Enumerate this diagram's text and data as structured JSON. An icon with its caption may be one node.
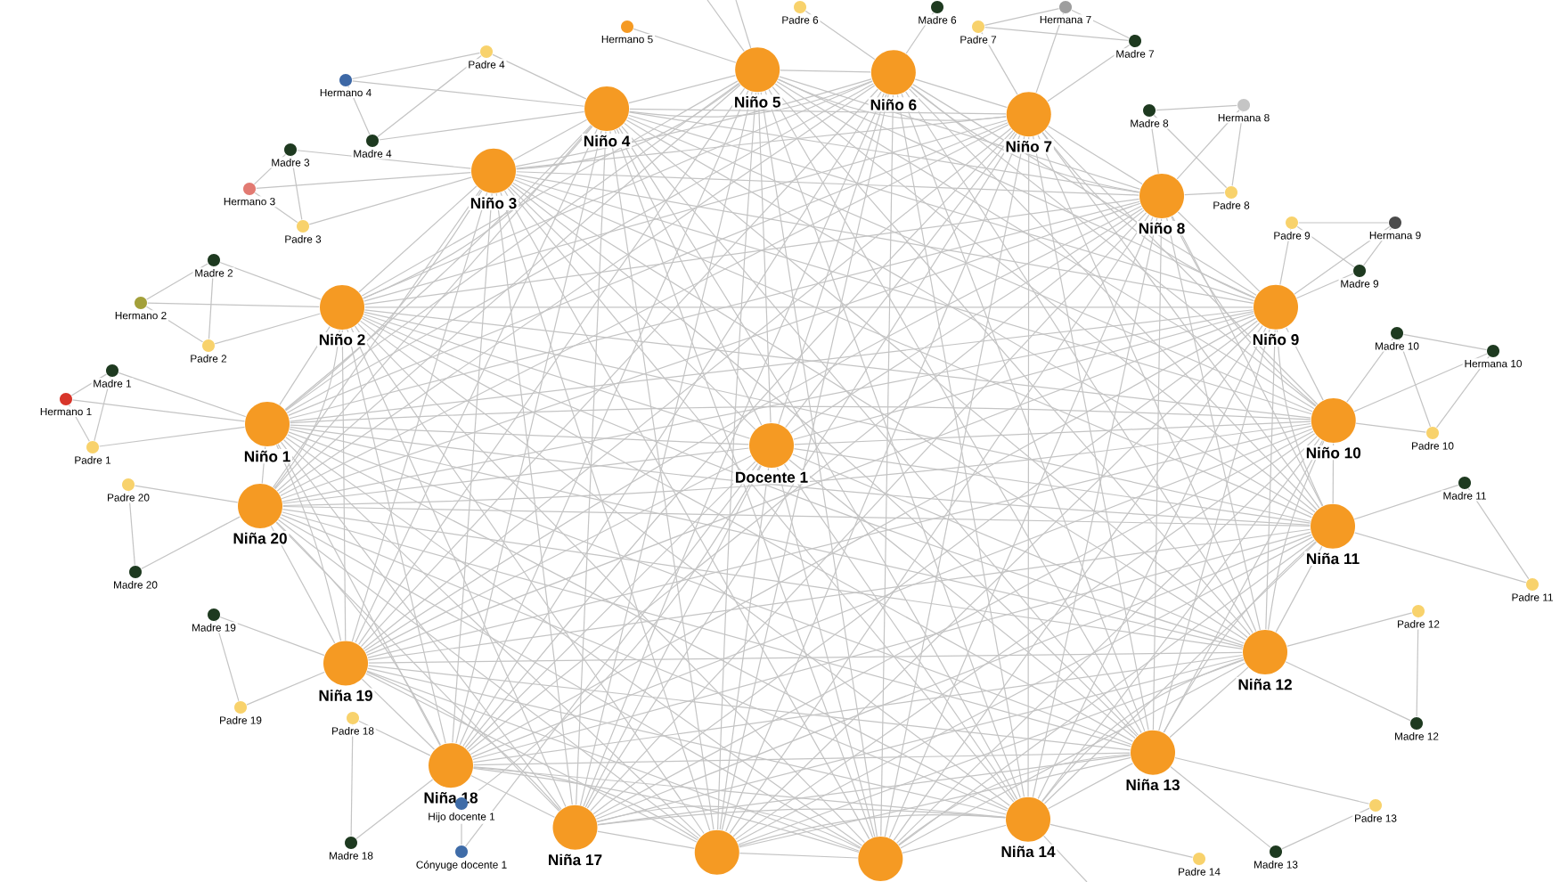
{
  "diagram": {
    "nodes": [
      {
        "text": [
          "Niño 1"
        ]
      },
      {
        "text": [
          "Niño 2"
        ]
      },
      {
        "text": [
          "Niño 3"
        ]
      },
      {
        "text": [
          "Niño 4"
        ]
      },
      {
        "text": [
          "Niño 5"
        ]
      },
      {
        "text": [
          "Niño 6"
        ]
      },
      {
        "text": [
          "Niño 7"
        ]
      },
      {
        "text": [
          "Niño 8"
        ]
      },
      {
        "text": [
          "Niño 9"
        ]
      },
      {
        "text": [
          "Niño 10"
        ]
      },
      {
        "text": [
          "Niña 11"
        ]
      },
      {
        "text": [
          "Niña 12"
        ]
      },
      {
        "text": [
          "Niña 13"
        ]
      },
      {
        "text": [
          "Niña 14"
        ]
      },
      {
        "text": [],
        "shape": "circle"
      },
      {
        "text": [],
        "shape": "circle"
      },
      {
        "text": [
          "Niña 17"
        ]
      },
      {
        "text": [
          "Niña 18"
        ]
      },
      {
        "text": [
          "Niña 19"
        ]
      },
      {
        "text": [
          "Niña 20"
        ]
      },
      {
        "text": [
          "Docente 1"
        ]
      },
      {
        "text": [
          "Madre 1"
        ]
      },
      {
        "text": [
          "Hermano 1"
        ]
      },
      {
        "text": [
          "Padre 1"
        ]
      },
      {
        "text": [
          "Madre 2"
        ]
      },
      {
        "text": [
          "Hermano 2"
        ]
      },
      {
        "text": [
          "Padre 2"
        ]
      },
      {
        "text": [
          "Madre 3"
        ]
      },
      {
        "text": [
          "Hermano 3"
        ]
      },
      {
        "text": [
          "Padre 3"
        ]
      },
      {
        "text": [
          "Padre 4"
        ]
      },
      {
        "text": [
          "Hermano 4"
        ]
      },
      {
        "text": [
          "Madre 4"
        ]
      },
      {
        "text": [
          "Hermano 5"
        ]
      },
      {
        "text": [
          "Padre 6"
        ]
      },
      {
        "text": [
          "Madre 6"
        ]
      },
      {
        "text": [
          "Padre 7"
        ]
      },
      {
        "text": [
          "Hermana 7"
        ]
      },
      {
        "text": [
          "Madre 7"
        ]
      },
      {
        "text": [
          "Madre 8"
        ]
      },
      {
        "text": [
          "Hermana 8"
        ]
      },
      {
        "text": [
          "Padre 8"
        ]
      },
      {
        "text": [
          "Padre 9"
        ]
      },
      {
        "text": [
          "Hermana 9"
        ]
      },
      {
        "text": [
          "Madre 9"
        ]
      },
      {
        "text": [
          "Madre 10"
        ]
      },
      {
        "text": [
          "Hermana 10"
        ]
      },
      {
        "text": [
          "Padre 10"
        ]
      },
      {
        "text": [
          "Madre 11"
        ]
      },
      {
        "text": [
          "Padre 11"
        ]
      },
      {
        "text": [
          "Padre 12"
        ]
      },
      {
        "text": [
          "Madre 12"
        ]
      },
      {
        "text": [
          "Padre 13"
        ]
      },
      {
        "text": [
          "Madre 13"
        ]
      },
      {
        "text": [
          "Padre 14"
        ]
      },
      {
        "text": [
          "Padre 18"
        ]
      },
      {
        "text": [
          "Madre 18"
        ]
      },
      {
        "text": [
          "Madre 19"
        ]
      },
      {
        "text": [
          "Padre 19"
        ]
      },
      {
        "text": [
          "Padre 20"
        ]
      },
      {
        "text": [
          "Madre 20"
        ]
      },
      {
        "text": [
          "Hijo docente 1"
        ]
      },
      {
        "text": [
          "Cónyuge docente 1"
        ]
      }
    ],
    "edges": [
      {
        "from": 0,
        "to": 1,
        "arrow": "none"
      },
      {
        "from": 0,
        "to": 2,
        "arrow": "none"
      },
      {
        "from": 0,
        "to": 3,
        "arrow": "none"
      },
      {
        "from": 0,
        "to": 4,
        "arrow": "none"
      },
      {
        "from": 0,
        "to": 5,
        "arrow": "none"
      },
      {
        "from": 0,
        "to": 6,
        "arrow": "none"
      },
      {
        "from": 0,
        "to": 7,
        "arrow": "none"
      },
      {
        "from": 0,
        "to": 8,
        "arrow": "none"
      },
      {
        "from": 0,
        "to": 9,
        "arrow": "none"
      },
      {
        "from": 0,
        "to": 10,
        "arrow": "none"
      },
      {
        "from": 0,
        "to": 11,
        "arrow": "none"
      },
      {
        "from": 0,
        "to": 12,
        "arrow": "none"
      },
      {
        "from": 0,
        "to": 13,
        "arrow": "none"
      },
      {
        "from": 0,
        "to": 14,
        "arrow": "none"
      },
      {
        "from": 0,
        "to": 15,
        "arrow": "none"
      },
      {
        "from": 0,
        "to": 16,
        "arrow": "none"
      },
      {
        "from": 0,
        "to": 17,
        "arrow": "none"
      },
      {
        "from": 0,
        "to": 18,
        "arrow": "none"
      },
      {
        "from": 0,
        "to": 19,
        "arrow": "none"
      },
      {
        "from": 0,
        "to": 20,
        "arrow": "none"
      },
      {
        "from": 1,
        "to": 2,
        "arrow": "none"
      },
      {
        "from": 1,
        "to": 3,
        "arrow": "none"
      },
      {
        "from": 1,
        "to": 4,
        "arrow": "none"
      },
      {
        "from": 1,
        "to": 5,
        "arrow": "none"
      },
      {
        "from": 1,
        "to": 6,
        "arrow": "none"
      },
      {
        "from": 1,
        "to": 7,
        "arrow": "none"
      },
      {
        "from": 1,
        "to": 8,
        "arrow": "none"
      },
      {
        "from": 1,
        "to": 9,
        "arrow": "none"
      },
      {
        "from": 1,
        "to": 10,
        "arrow": "none"
      },
      {
        "from": 1,
        "to": 11,
        "arrow": "none"
      },
      {
        "from": 1,
        "to": 12,
        "arrow": "none"
      },
      {
        "from": 1,
        "to": 13,
        "arrow": "none"
      },
      {
        "from": 1,
        "to": 14,
        "arrow": "none"
      },
      {
        "from": 1,
        "to": 15,
        "arrow": "none"
      },
      {
        "from": 1,
        "to": 16,
        "arrow": "none"
      },
      {
        "from": 1,
        "to": 17,
        "arrow": "none"
      },
      {
        "from": 1,
        "to": 18,
        "arrow": "none"
      },
      {
        "from": 1,
        "to": 19,
        "arrow": "none"
      },
      {
        "from": 1,
        "to": 20,
        "arrow": "none"
      },
      {
        "from": 2,
        "to": 3,
        "arrow": "none"
      },
      {
        "from": 2,
        "to": 4,
        "arrow": "none"
      },
      {
        "from": 2,
        "to": 5,
        "arrow": "none"
      },
      {
        "from": 2,
        "to": 6,
        "arrow": "none"
      },
      {
        "from": 2,
        "to": 7,
        "arrow": "none"
      },
      {
        "from": 2,
        "to": 8,
        "arrow": "none"
      },
      {
        "from": 2,
        "to": 9,
        "arrow": "none"
      },
      {
        "from": 2,
        "to": 10,
        "arrow": "none"
      },
      {
        "from": 2,
        "to": 11,
        "arrow": "none"
      },
      {
        "from": 2,
        "to": 12,
        "arrow": "none"
      },
      {
        "from": 2,
        "to": 13,
        "arrow": "none"
      },
      {
        "from": 2,
        "to": 14,
        "arrow": "none"
      },
      {
        "from": 2,
        "to": 15,
        "arrow": "none"
      },
      {
        "from": 2,
        "to": 16,
        "arrow": "none"
      },
      {
        "from": 2,
        "to": 17,
        "arrow": "none"
      },
      {
        "from": 2,
        "to": 18,
        "arrow": "none"
      },
      {
        "from": 2,
        "to": 19,
        "arrow": "none"
      },
      {
        "from": 2,
        "to": 20,
        "arrow": "none"
      },
      {
        "from": 3,
        "to": 4,
        "arrow": "none"
      },
      {
        "from": 3,
        "to": 5,
        "arrow": "none"
      },
      {
        "from": 3,
        "to": 6,
        "arrow": "none"
      },
      {
        "from": 3,
        "to": 7,
        "arrow": "none"
      },
      {
        "from": 3,
        "to": 8,
        "arrow": "none"
      },
      {
        "from": 3,
        "to": 9,
        "arrow": "none"
      },
      {
        "from": 3,
        "to": 10,
        "arrow": "none"
      },
      {
        "from": 3,
        "to": 11,
        "arrow": "none"
      },
      {
        "from": 3,
        "to": 12,
        "arrow": "none"
      },
      {
        "from": 3,
        "to": 13,
        "arrow": "none"
      },
      {
        "from": 3,
        "to": 14,
        "arrow": "none"
      },
      {
        "from": 3,
        "to": 15,
        "arrow": "none"
      },
      {
        "from": 3,
        "to": 16,
        "arrow": "none"
      },
      {
        "from": 3,
        "to": 17,
        "arrow": "none"
      },
      {
        "from": 3,
        "to": 18,
        "arrow": "none"
      },
      {
        "from": 3,
        "to": 19,
        "arrow": "none"
      },
      {
        "from": 3,
        "to": 20,
        "arrow": "none"
      },
      {
        "from": 4,
        "to": 5,
        "arrow": "none"
      },
      {
        "from": 4,
        "to": 6,
        "arrow": "none"
      },
      {
        "from": 4,
        "to": 7,
        "arrow": "none"
      },
      {
        "from": 4,
        "to": 8,
        "arrow": "none"
      },
      {
        "from": 4,
        "to": 9,
        "arrow": "none"
      },
      {
        "from": 4,
        "to": 10,
        "arrow": "none"
      },
      {
        "from": 4,
        "to": 11,
        "arrow": "none"
      },
      {
        "from": 4,
        "to": 12,
        "arrow": "none"
      },
      {
        "from": 4,
        "to": 13,
        "arrow": "none"
      },
      {
        "from": 4,
        "to": 14,
        "arrow": "none"
      },
      {
        "from": 4,
        "to": 15,
        "arrow": "none"
      },
      {
        "from": 4,
        "to": 16,
        "arrow": "none"
      },
      {
        "from": 4,
        "to": 17,
        "arrow": "none"
      },
      {
        "from": 4,
        "to": 18,
        "arrow": "none"
      },
      {
        "from": 4,
        "to": 19,
        "arrow": "none"
      },
      {
        "from": 4,
        "to": 20,
        "arrow": "none"
      },
      {
        "from": 5,
        "to": 6,
        "arrow": "none"
      },
      {
        "from": 5,
        "to": 7,
        "arrow": "none"
      },
      {
        "from": 5,
        "to": 8,
        "arrow": "none"
      },
      {
        "from": 5,
        "to": 9,
        "arrow": "none"
      },
      {
        "from": 5,
        "to": 10,
        "arrow": "none"
      },
      {
        "from": 5,
        "to": 11,
        "arrow": "none"
      },
      {
        "from": 5,
        "to": 12,
        "arrow": "none"
      },
      {
        "from": 5,
        "to": 13,
        "arrow": "none"
      },
      {
        "from": 5,
        "to": 14,
        "arrow": "none"
      },
      {
        "from": 5,
        "to": 15,
        "arrow": "none"
      },
      {
        "from": 5,
        "to": 16,
        "arrow": "none"
      },
      {
        "from": 5,
        "to": 17,
        "arrow": "none"
      },
      {
        "from": 5,
        "to": 18,
        "arrow": "none"
      },
      {
        "from": 5,
        "to": 19,
        "arrow": "none"
      },
      {
        "from": 5,
        "to": 20,
        "arrow": "none"
      },
      {
        "from": 6,
        "to": 7,
        "arrow": "none"
      },
      {
        "from": 6,
        "to": 8,
        "arrow": "none"
      },
      {
        "from": 6,
        "to": 9,
        "arrow": "none"
      },
      {
        "from": 6,
        "to": 10,
        "arrow": "none"
      },
      {
        "from": 6,
        "to": 11,
        "arrow": "none"
      },
      {
        "from": 6,
        "to": 12,
        "arrow": "none"
      },
      {
        "from": 6,
        "to": 13,
        "arrow": "none"
      },
      {
        "from": 6,
        "to": 14,
        "arrow": "none"
      },
      {
        "from": 6,
        "to": 15,
        "arrow": "none"
      },
      {
        "from": 6,
        "to": 16,
        "arrow": "none"
      },
      {
        "from": 6,
        "to": 17,
        "arrow": "none"
      },
      {
        "from": 6,
        "to": 18,
        "arrow": "none"
      },
      {
        "from": 6,
        "to": 19,
        "arrow": "none"
      },
      {
        "from": 6,
        "to": 20,
        "arrow": "none"
      },
      {
        "from": 7,
        "to": 8,
        "arrow": "none"
      },
      {
        "from": 7,
        "to": 9,
        "arrow": "none"
      },
      {
        "from": 7,
        "to": 10,
        "arrow": "none"
      },
      {
        "from": 7,
        "to": 11,
        "arrow": "none"
      },
      {
        "from": 7,
        "to": 12,
        "arrow": "none"
      },
      {
        "from": 7,
        "to": 13,
        "arrow": "none"
      },
      {
        "from": 7,
        "to": 14,
        "arrow": "none"
      },
      {
        "from": 7,
        "to": 15,
        "arrow": "none"
      },
      {
        "from": 7,
        "to": 16,
        "arrow": "none"
      },
      {
        "from": 7,
        "to": 17,
        "arrow": "none"
      },
      {
        "from": 7,
        "to": 18,
        "arrow": "none"
      },
      {
        "from": 7,
        "to": 19,
        "arrow": "none"
      },
      {
        "from": 7,
        "to": 20,
        "arrow": "none"
      },
      {
        "from": 8,
        "to": 9,
        "arrow": "none"
      },
      {
        "from": 8,
        "to": 10,
        "arrow": "none"
      },
      {
        "from": 8,
        "to": 11,
        "arrow": "none"
      },
      {
        "from": 8,
        "to": 12,
        "arrow": "none"
      },
      {
        "from": 8,
        "to": 13,
        "arrow": "none"
      },
      {
        "from": 8,
        "to": 14,
        "arrow": "none"
      },
      {
        "from": 8,
        "to": 15,
        "arrow": "none"
      },
      {
        "from": 8,
        "to": 16,
        "arrow": "none"
      },
      {
        "from": 8,
        "to": 17,
        "arrow": "none"
      },
      {
        "from": 8,
        "to": 18,
        "arrow": "none"
      },
      {
        "from": 8,
        "to": 19,
        "arrow": "none"
      },
      {
        "from": 8,
        "to": 20,
        "arrow": "none"
      },
      {
        "from": 9,
        "to": 10,
        "arrow": "none"
      },
      {
        "from": 9,
        "to": 11,
        "arrow": "none"
      },
      {
        "from": 9,
        "to": 12,
        "arrow": "none"
      },
      {
        "from": 9,
        "to": 13,
        "arrow": "none"
      },
      {
        "from": 9,
        "to": 14,
        "arrow": "none"
      },
      {
        "from": 9,
        "to": 15,
        "arrow": "none"
      },
      {
        "from": 9,
        "to": 16,
        "arrow": "none"
      },
      {
        "from": 9,
        "to": 17,
        "arrow": "none"
      },
      {
        "from": 9,
        "to": 18,
        "arrow": "none"
      },
      {
        "from": 9,
        "to": 19,
        "arrow": "none"
      },
      {
        "from": 9,
        "to": 20,
        "arrow": "none"
      },
      {
        "from": 10,
        "to": 11,
        "arrow": "none"
      },
      {
        "from": 10,
        "to": 12,
        "arrow": "none"
      },
      {
        "from": 10,
        "to": 13,
        "arrow": "none"
      },
      {
        "from": 10,
        "to": 14,
        "arrow": "none"
      },
      {
        "from": 10,
        "to": 15,
        "arrow": "none"
      },
      {
        "from": 10,
        "to": 16,
        "arrow": "none"
      },
      {
        "from": 10,
        "to": 17,
        "arrow": "none"
      },
      {
        "from": 10,
        "to": 18,
        "arrow": "none"
      },
      {
        "from": 10,
        "to": 19,
        "arrow": "none"
      },
      {
        "from": 10,
        "to": 20,
        "arrow": "none"
      },
      {
        "from": 11,
        "to": 12,
        "arrow": "none"
      },
      {
        "from": 11,
        "to": 13,
        "arrow": "none"
      },
      {
        "from": 11,
        "to": 14,
        "arrow": "none"
      },
      {
        "from": 11,
        "to": 15,
        "arrow": "none"
      },
      {
        "from": 11,
        "to": 16,
        "arrow": "none"
      },
      {
        "from": 11,
        "to": 17,
        "arrow": "none"
      },
      {
        "from": 11,
        "to": 18,
        "arrow": "none"
      },
      {
        "from": 11,
        "to": 19,
        "arrow": "none"
      },
      {
        "from": 11,
        "to": 20,
        "arrow": "none"
      },
      {
        "from": 12,
        "to": 13,
        "arrow": "none"
      },
      {
        "from": 12,
        "to": 14,
        "arrow": "none"
      },
      {
        "from": 12,
        "to": 15,
        "arrow": "none"
      },
      {
        "from": 12,
        "to": 16,
        "arrow": "none"
      },
      {
        "from": 12,
        "to": 17,
        "arrow": "none"
      },
      {
        "from": 12,
        "to": 18,
        "arrow": "none"
      },
      {
        "from": 12,
        "to": 19,
        "arrow": "none"
      },
      {
        "from": 12,
        "to": 20,
        "arrow": "none"
      },
      {
        "from": 13,
        "to": 14,
        "arrow": "none"
      },
      {
        "from": 13,
        "to": 15,
        "arrow": "none"
      },
      {
        "from": 13,
        "to": 16,
        "arrow": "none"
      },
      {
        "from": 13,
        "to": 17,
        "arrow": "none"
      },
      {
        "from": 13,
        "to": 18,
        "arrow": "none"
      },
      {
        "from": 13,
        "to": 19,
        "arrow": "none"
      },
      {
        "from": 13,
        "to": 20,
        "arrow": "none"
      },
      {
        "from": 14,
        "to": 15,
        "arrow": "none"
      },
      {
        "from": 14,
        "to": 16,
        "arrow": "none"
      },
      {
        "from": 14,
        "to": 17,
        "arrow": "none"
      },
      {
        "from": 14,
        "to": 18,
        "arrow": "none"
      },
      {
        "from": 14,
        "to": 19,
        "arrow": "none"
      },
      {
        "from": 14,
        "to": 20,
        "arrow": "none"
      },
      {
        "from": 15,
        "to": 16,
        "arrow": "none"
      },
      {
        "from": 15,
        "to": 17,
        "arrow": "none"
      },
      {
        "from": 15,
        "to": 18,
        "arrow": "none"
      },
      {
        "from": 15,
        "to": 19,
        "arrow": "none"
      },
      {
        "from": 15,
        "to": 20,
        "arrow": "none"
      },
      {
        "from": 16,
        "to": 17,
        "arrow": "none"
      },
      {
        "from": 16,
        "to": 18,
        "arrow": "none"
      },
      {
        "from": 16,
        "to": 19,
        "arrow": "none"
      },
      {
        "from": 16,
        "to": 20,
        "arrow": "none"
      },
      {
        "from": 17,
        "to": 18,
        "arrow": "none"
      },
      {
        "from": 17,
        "to": 19,
        "arrow": "none"
      },
      {
        "from": 17,
        "to": 20,
        "arrow": "none"
      },
      {
        "from": 18,
        "to": 19,
        "arrow": "none"
      },
      {
        "from": 18,
        "to": 20,
        "arrow": "none"
      },
      {
        "from": 19,
        "to": 20,
        "arrow": "none"
      },
      {
        "from": 0,
        "to": 21,
        "arrow": "none"
      },
      {
        "from": 0,
        "to": 22,
        "arrow": "none"
      },
      {
        "from": 0,
        "to": 23,
        "arrow": "none"
      },
      {
        "from": 21,
        "to": 22,
        "arrow": "none"
      },
      {
        "from": 21,
        "to": 23,
        "arrow": "none"
      },
      {
        "from": 22,
        "to": 23,
        "arrow": "none"
      },
      {
        "from": 1,
        "to": 24,
        "arrow": "none"
      },
      {
        "from": 1,
        "to": 25,
        "arrow": "none"
      },
      {
        "from": 1,
        "to": 26,
        "arrow": "none"
      },
      {
        "from": 24,
        "to": 25,
        "arrow": "none"
      },
      {
        "from": 24,
        "to": 26,
        "arrow": "none"
      },
      {
        "from": 25,
        "to": 26,
        "arrow": "none"
      },
      {
        "from": 2,
        "to": 27,
        "arrow": "none"
      },
      {
        "from": 2,
        "to": 28,
        "arrow": "none"
      },
      {
        "from": 2,
        "to": 29,
        "arrow": "none"
      },
      {
        "from": 27,
        "to": 28,
        "arrow": "none"
      },
      {
        "from": 27,
        "to": 29,
        "arrow": "none"
      },
      {
        "from": 28,
        "to": 29,
        "arrow": "none"
      },
      {
        "from": 3,
        "to": 30,
        "arrow": "none"
      },
      {
        "from": 3,
        "to": 31,
        "arrow": "none"
      },
      {
        "from": 3,
        "to": 32,
        "arrow": "none"
      },
      {
        "from": 30,
        "to": 31,
        "arrow": "none"
      },
      {
        "from": 30,
        "to": 32,
        "arrow": "none"
      },
      {
        "from": 31,
        "to": 32,
        "arrow": "none"
      },
      {
        "from": 4,
        "to": 33,
        "arrow": "none"
      },
      {
        "from": 5,
        "to": 34,
        "arrow": "none"
      },
      {
        "from": 5,
        "to": 35,
        "arrow": "none"
      },
      {
        "from": 6,
        "to": 36,
        "arrow": "none"
      },
      {
        "from": 6,
        "to": 37,
        "arrow": "none"
      },
      {
        "from": 6,
        "to": 38,
        "arrow": "none"
      },
      {
        "from": 36,
        "to": 37,
        "arrow": "none"
      },
      {
        "from": 36,
        "to": 38,
        "arrow": "none"
      },
      {
        "from": 37,
        "to": 38,
        "arrow": "none"
      },
      {
        "from": 7,
        "to": 39,
        "arrow": "none"
      },
      {
        "from": 7,
        "to": 40,
        "arrow": "none"
      },
      {
        "from": 7,
        "to": 41,
        "arrow": "none"
      },
      {
        "from": 39,
        "to": 40,
        "arrow": "none"
      },
      {
        "from": 39,
        "to": 41,
        "arrow": "none"
      },
      {
        "from": 40,
        "to": 41,
        "arrow": "none"
      },
      {
        "from": 8,
        "to": 42,
        "arrow": "none"
      },
      {
        "from": 8,
        "to": 43,
        "arrow": "none"
      },
      {
        "from": 8,
        "to": 44,
        "arrow": "none"
      },
      {
        "from": 42,
        "to": 43,
        "arrow": "none"
      },
      {
        "from": 42,
        "to": 44,
        "arrow": "none"
      },
      {
        "from": 43,
        "to": 44,
        "arrow": "none"
      },
      {
        "from": 9,
        "to": 45,
        "arrow": "none"
      },
      {
        "from": 9,
        "to": 46,
        "arrow": "none"
      },
      {
        "from": 9,
        "to": 47,
        "arrow": "none"
      },
      {
        "from": 45,
        "to": 46,
        "arrow": "none"
      },
      {
        "from": 45,
        "to": 47,
        "arrow": "none"
      },
      {
        "from": 46,
        "to": 47,
        "arrow": "none"
      },
      {
        "from": 10,
        "to": 48,
        "arrow": "none"
      },
      {
        "from": 10,
        "to": 49,
        "arrow": "none"
      },
      {
        "from": 48,
        "to": 49,
        "arrow": "none"
      },
      {
        "from": 11,
        "to": 50,
        "arrow": "none"
      },
      {
        "from": 11,
        "to": 51,
        "arrow": "none"
      },
      {
        "from": 50,
        "to": 51,
        "arrow": "none"
      },
      {
        "from": 12,
        "to": 52,
        "arrow": "none"
      },
      {
        "from": 12,
        "to": 53,
        "arrow": "none"
      },
      {
        "from": 52,
        "to": 53,
        "arrow": "none"
      },
      {
        "from": 13,
        "to": 54,
        "arrow": "none"
      },
      {
        "from": 17,
        "to": 55,
        "arrow": "none"
      },
      {
        "from": 17,
        "to": 56,
        "arrow": "none"
      },
      {
        "from": 55,
        "to": 56,
        "arrow": "none"
      },
      {
        "from": 18,
        "to": 57,
        "arrow": "none"
      },
      {
        "from": 18,
        "to": 58,
        "arrow": "none"
      },
      {
        "from": 57,
        "to": 58,
        "arrow": "none"
      },
      {
        "from": 19,
        "to": 59,
        "arrow": "none"
      },
      {
        "from": 19,
        "to": 60,
        "arrow": "none"
      },
      {
        "from": 59,
        "to": 60,
        "arrow": "none"
      },
      {
        "from": 20,
        "to": 61,
        "arrow": "none"
      },
      {
        "from": 20,
        "to": 62,
        "arrow": "none"
      },
      {
        "from": 61,
        "to": 62,
        "arrow": "none"
      },
      {
        "from": 4,
        "to": null,
        "arrow": "none"
      },
      {
        "from": 4,
        "to": null,
        "arrow": "none"
      },
      {
        "from": 13,
        "to": null,
        "arrow": "none"
      }
    ]
  }
}
